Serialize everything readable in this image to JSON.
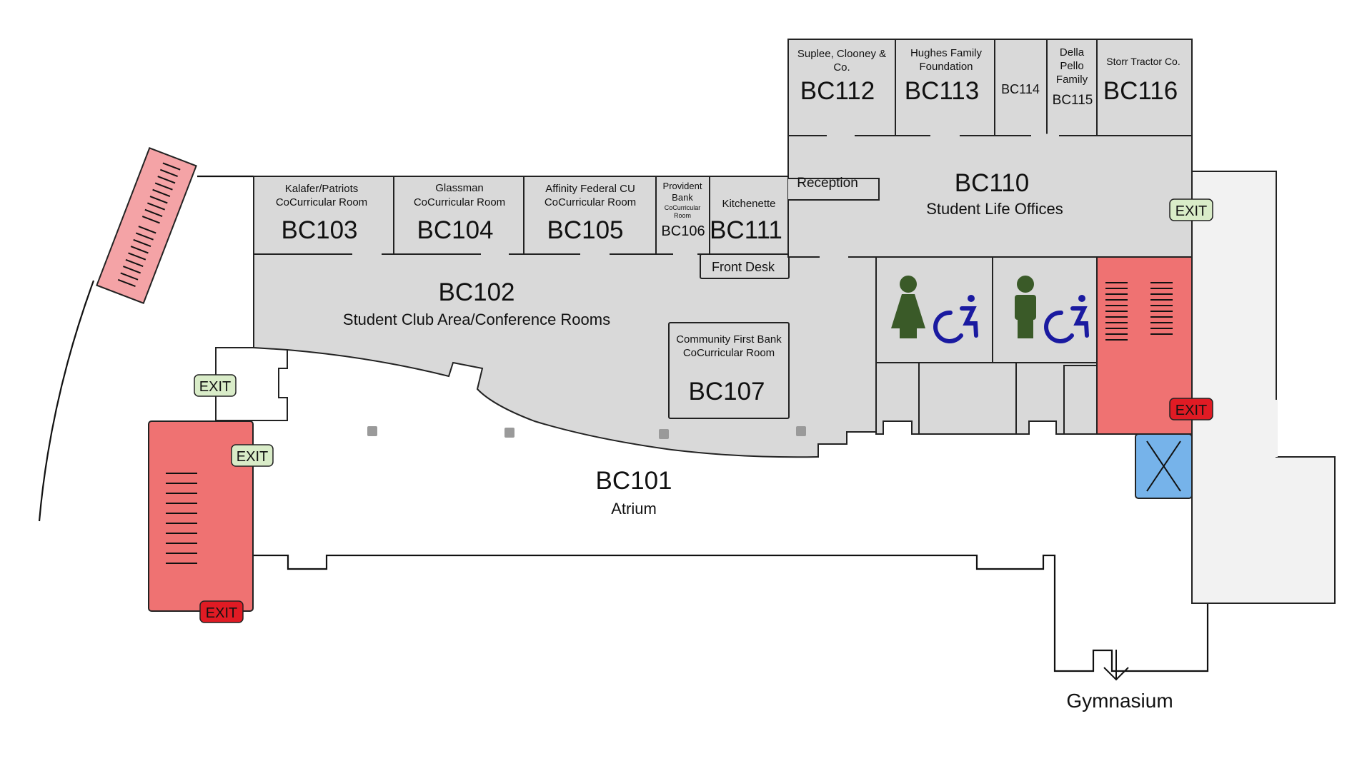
{
  "colors": {
    "room_fill": "#d9d9d9",
    "stair_red": "#ef7272",
    "stair_pink": "#f4a3a6",
    "exit_green": "#d9ecc8",
    "exit_red": "#e01b24",
    "elevator_blue": "#76b3ea",
    "restroom_green": "#3a5a28",
    "accessible_blue": "#1a1aa0"
  },
  "rooms": {
    "bc101": {
      "number": "BC101",
      "name": "Atrium"
    },
    "bc102": {
      "number": "BC102",
      "name": "Student Club Area/Conference Rooms"
    },
    "bc103": {
      "number": "BC103",
      "sponsor_1": "Kalafer/Patriots",
      "sponsor_2": "CoCurricular Room"
    },
    "bc104": {
      "number": "BC104",
      "sponsor_1": "Glassman",
      "sponsor_2": "CoCurricular Room"
    },
    "bc105": {
      "number": "BC105",
      "sponsor_1": "Affinity Federal CU",
      "sponsor_2": "CoCurricular Room"
    },
    "bc106": {
      "number": "BC106",
      "sponsor_1": "Provident",
      "sponsor_2": "Bank",
      "sponsor_3": "CoCurricular",
      "sponsor_4": "Room"
    },
    "bc107": {
      "number": "BC107",
      "sponsor_1": "Community First Bank",
      "sponsor_2": "CoCurricular Room"
    },
    "bc110": {
      "number": "BC110",
      "name": "Student Life Offices"
    },
    "bc111": {
      "number": "BC111",
      "name": "Kitchenette"
    },
    "bc112": {
      "number": "BC112",
      "sponsor_1": "Suplee, Clooney &",
      "sponsor_2": "Co."
    },
    "bc113": {
      "number": "BC113",
      "sponsor_1": "Hughes Family",
      "sponsor_2": "Foundation"
    },
    "bc114": {
      "number": "BC114"
    },
    "bc115": {
      "number": "BC115",
      "sponsor_1": "Della",
      "sponsor_2": "Pello",
      "sponsor_3": "Family"
    },
    "bc116": {
      "number": "BC116",
      "sponsor_1": "Storr Tractor Co."
    }
  },
  "labels": {
    "reception": "Reception",
    "front_desk": "Front Desk",
    "gymnasium": "Gymnasium"
  },
  "exits": {
    "label": "EXIT"
  },
  "icons": {
    "women_restroom": "woman-icon",
    "men_restroom": "man-icon",
    "accessible": "wheelchair-icon",
    "elevator": "elevator-icon",
    "gym_direction": "arrow-down-icon"
  }
}
